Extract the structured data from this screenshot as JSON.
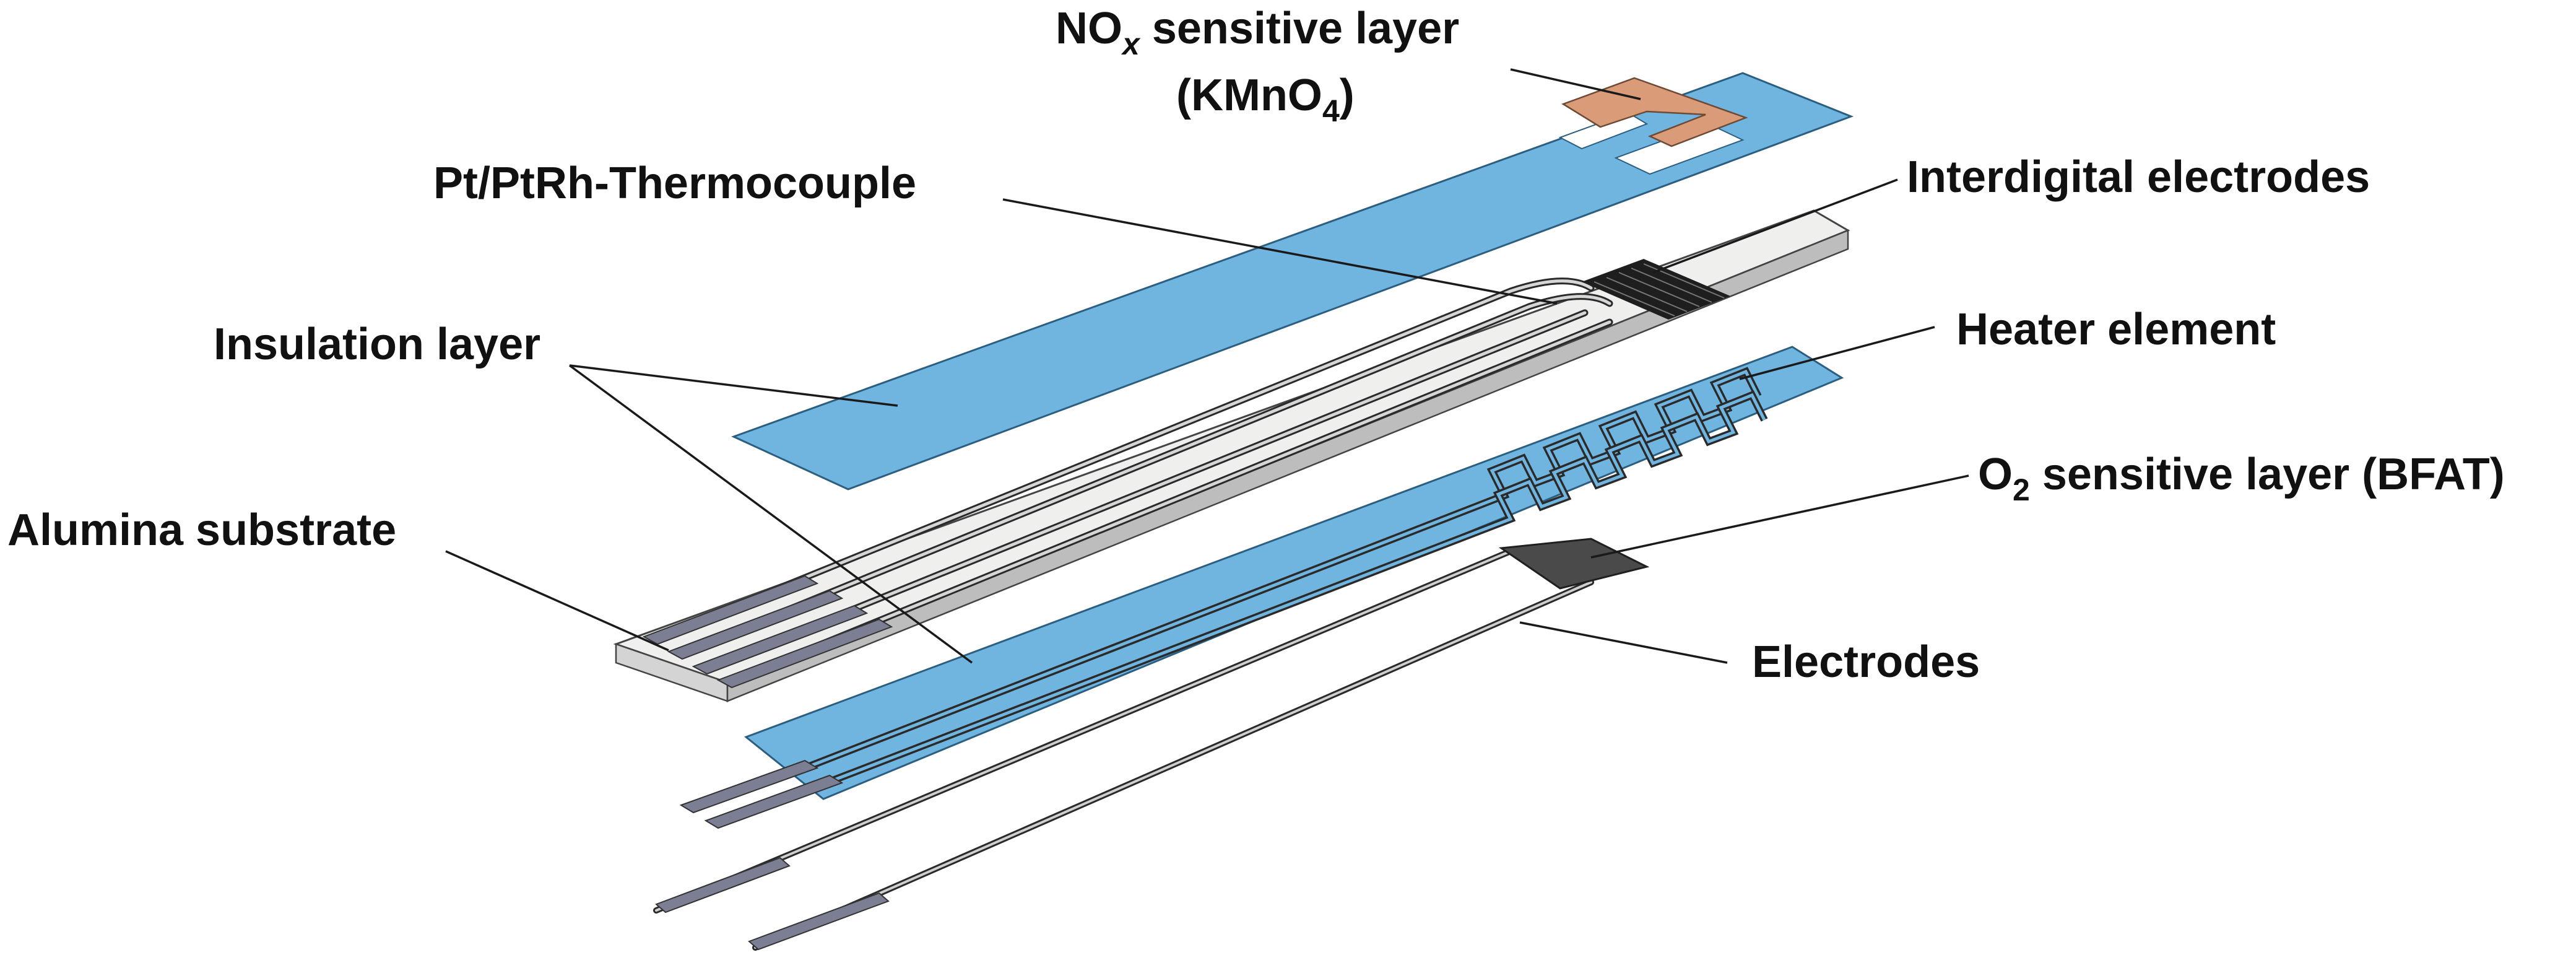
{
  "labels": {
    "nox_layer": {
      "main": "NO",
      "sub": "x",
      "rest": " sensitive layer"
    },
    "nox_material": {
      "open": "(KMnO",
      "sub": "4",
      "close": ")"
    },
    "thermocouple": "Pt/PtRh-Thermocouple",
    "interdigital": "Interdigital electrodes",
    "insulation": "Insulation layer",
    "heater": "Heater element",
    "alumina": "Alumina substrate",
    "o2_layer": {
      "main": "O",
      "sub": "2",
      "rest": " sensitive layer (BFAT)"
    },
    "electrodes": "Electrodes"
  },
  "colors": {
    "insulation_blue": "#6fb5df",
    "nox_copper": "#d99b78",
    "alumina_top": "#efefee",
    "alumina_side": "#bdbdbd",
    "lead_gray": "#7c7f93",
    "o2_dark": "#4a4a4a",
    "text": "#111111"
  }
}
